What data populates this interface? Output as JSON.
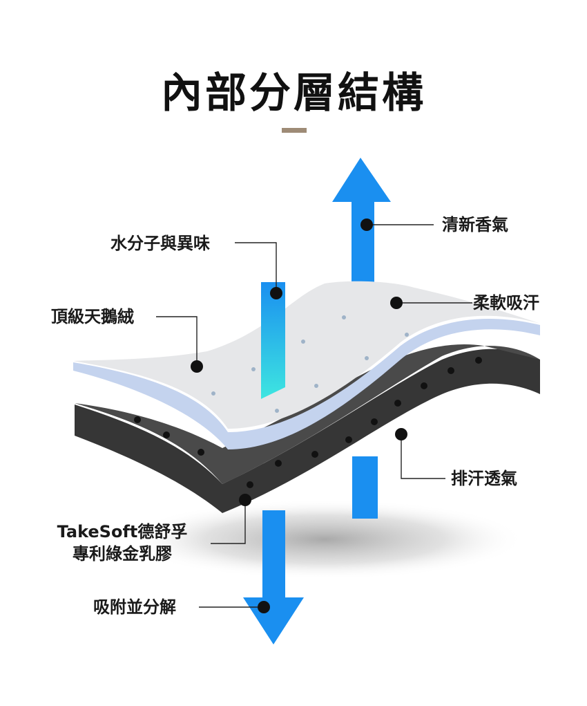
{
  "header": {
    "title": "內部分層結構"
  },
  "colors": {
    "accent_bar": "#9e8b76",
    "arrow_blue": "#1a8ff0",
    "arrow_cyan": "#3ee6e0",
    "top_layer": "#e6e7e9",
    "top_layer_edge": "#c4d3ee",
    "bottom_layer": "#4a4a4a",
    "bottom_layer_side": "#363636",
    "dot_dark": "#111111",
    "pore": "#9fb3c8"
  },
  "icons": {
    "callout_marker": "dot-marker-icon",
    "arrow_up": "arrow-up-icon",
    "arrow_down": "arrow-down-icon"
  },
  "labels": {
    "water_odor": "水分子與異味",
    "fresh_scent": "清新香氣",
    "down_fill": "頂級天鵝絨",
    "soft_absorb": "柔軟吸汗",
    "breathable": "排汗透氣",
    "latex_line1": "TakeSoft德舒孚",
    "latex_line2": "專利綠金乳膠",
    "absorb_decompose": "吸附並分解"
  }
}
